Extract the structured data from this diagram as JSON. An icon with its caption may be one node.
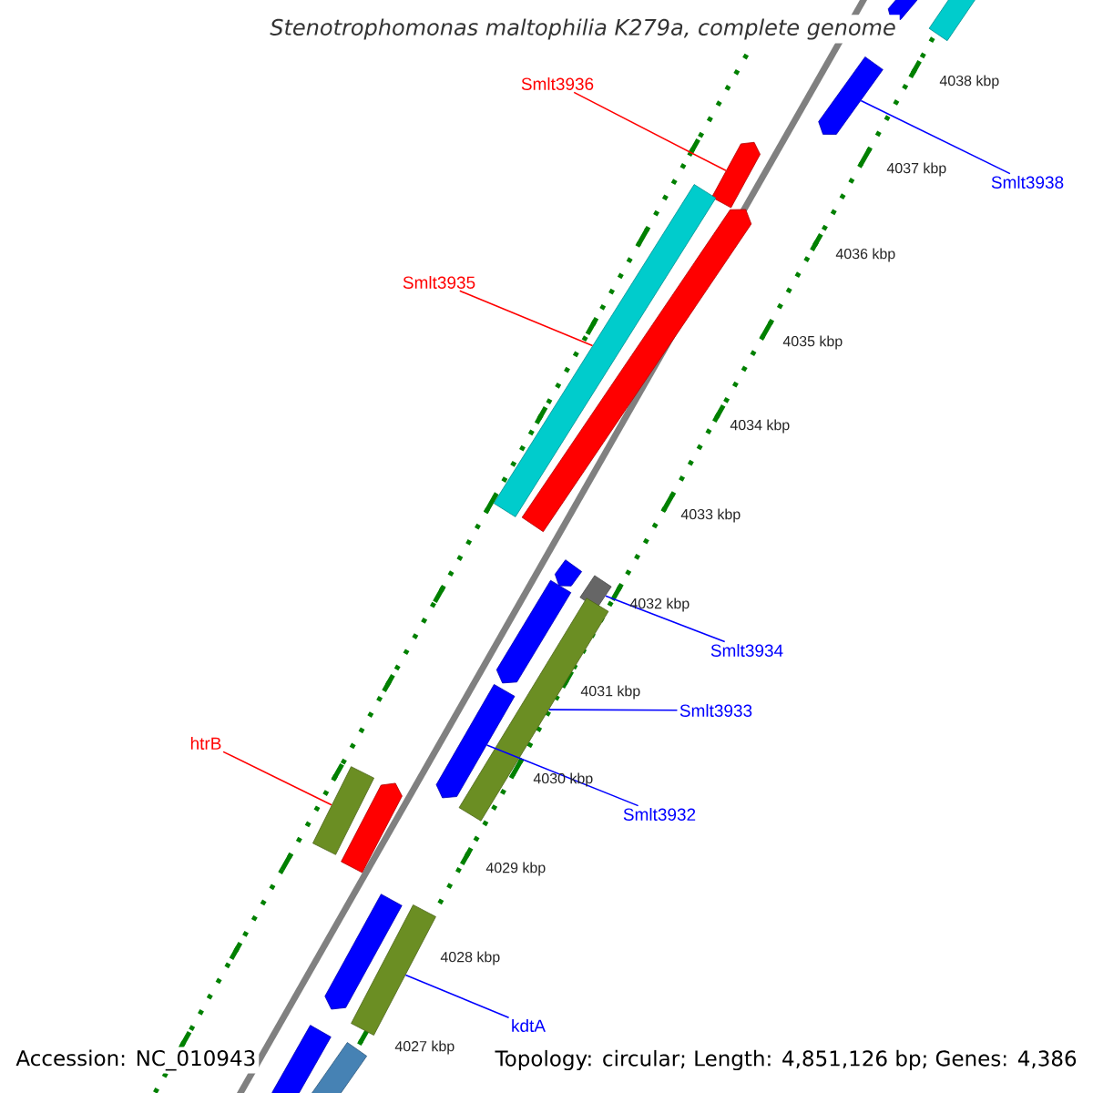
{
  "diagram": {
    "title": "*Stenotrophomonas maltophilia* K279a, complete genome",
    "nodes": [
      {
        "text": [
          "Smlt3936"
        ]
      },
      {
        "text": [
          "Smlt3938"
        ]
      },
      {
        "text": [
          "Smlt3935"
        ]
      },
      {
        "text": [
          "Smlt3934"
        ]
      },
      {
        "text": [
          "Smlt3933"
        ]
      },
      {
        "text": [
          "htrB"
        ]
      },
      {
        "text": [
          "Smlt3932"
        ]
      },
      {
        "text": [
          "kdtA"
        ]
      },
      {
        "text": [],
        "shape": "bar"
      },
      {
        "text": [],
        "shape": "bar"
      },
      {
        "text": [],
        "shape": "bar"
      },
      {
        "text": [],
        "shape": "bar"
      },
      {
        "text": [],
        "shape": "bar"
      },
      {
        "text": [],
        "shape": "bar"
      },
      {
        "text": [],
        "shape": "bar"
      },
      {
        "text": [],
        "shape": "bar"
      },
      {
        "text": [],
        "shape": "bar"
      },
      {
        "text": [],
        "shape": "bar"
      },
      {
        "text": [],
        "shape": "bar"
      },
      {
        "text": [],
        "shape": "bar"
      },
      {
        "text": [],
        "shape": "bar"
      },
      {
        "text": [],
        "shape": "bar"
      },
      {
        "text": [],
        "shape": "bar"
      },
      {
        "text": [],
        "shape": "bar"
      },
      {
        "text": [],
        "shape": "bar"
      }
    ],
    "edges": [
      {
        "from": 0,
        "to": 11,
        "arrow": "none",
        "color": "#ff0000"
      },
      {
        "from": 1,
        "to": 10,
        "arrow": "none"
      },
      {
        "from": 2,
        "to": 12,
        "arrow": "none",
        "color": "#ff0000"
      },
      {
        "from": 3,
        "to": 15,
        "arrow": "none"
      },
      {
        "from": 4,
        "to": 17,
        "arrow": "none"
      },
      {
        "from": 5,
        "to": 19,
        "arrow": "none",
        "color": "#ff0000"
      },
      {
        "from": 6,
        "to": 18,
        "arrow": "none"
      },
      {
        "from": 7,
        "to": 22,
        "arrow": "none"
      }
    ],
    "labels": [
      "4038 kbp",
      "4037 kbp",
      "4036 kbp",
      "4035 kbp",
      "4034 kbp",
      "4033 kbp",
      "4032 kbp",
      "4031 kbp",
      "4030 kbp",
      "4029 kbp",
      "4028 kbp",
      "4027 kbp",
      "Accession: NC_010943",
      "Topology: circular; Length: 4,851,126 bp; Genes: 4,386"
    ]
  }
}
